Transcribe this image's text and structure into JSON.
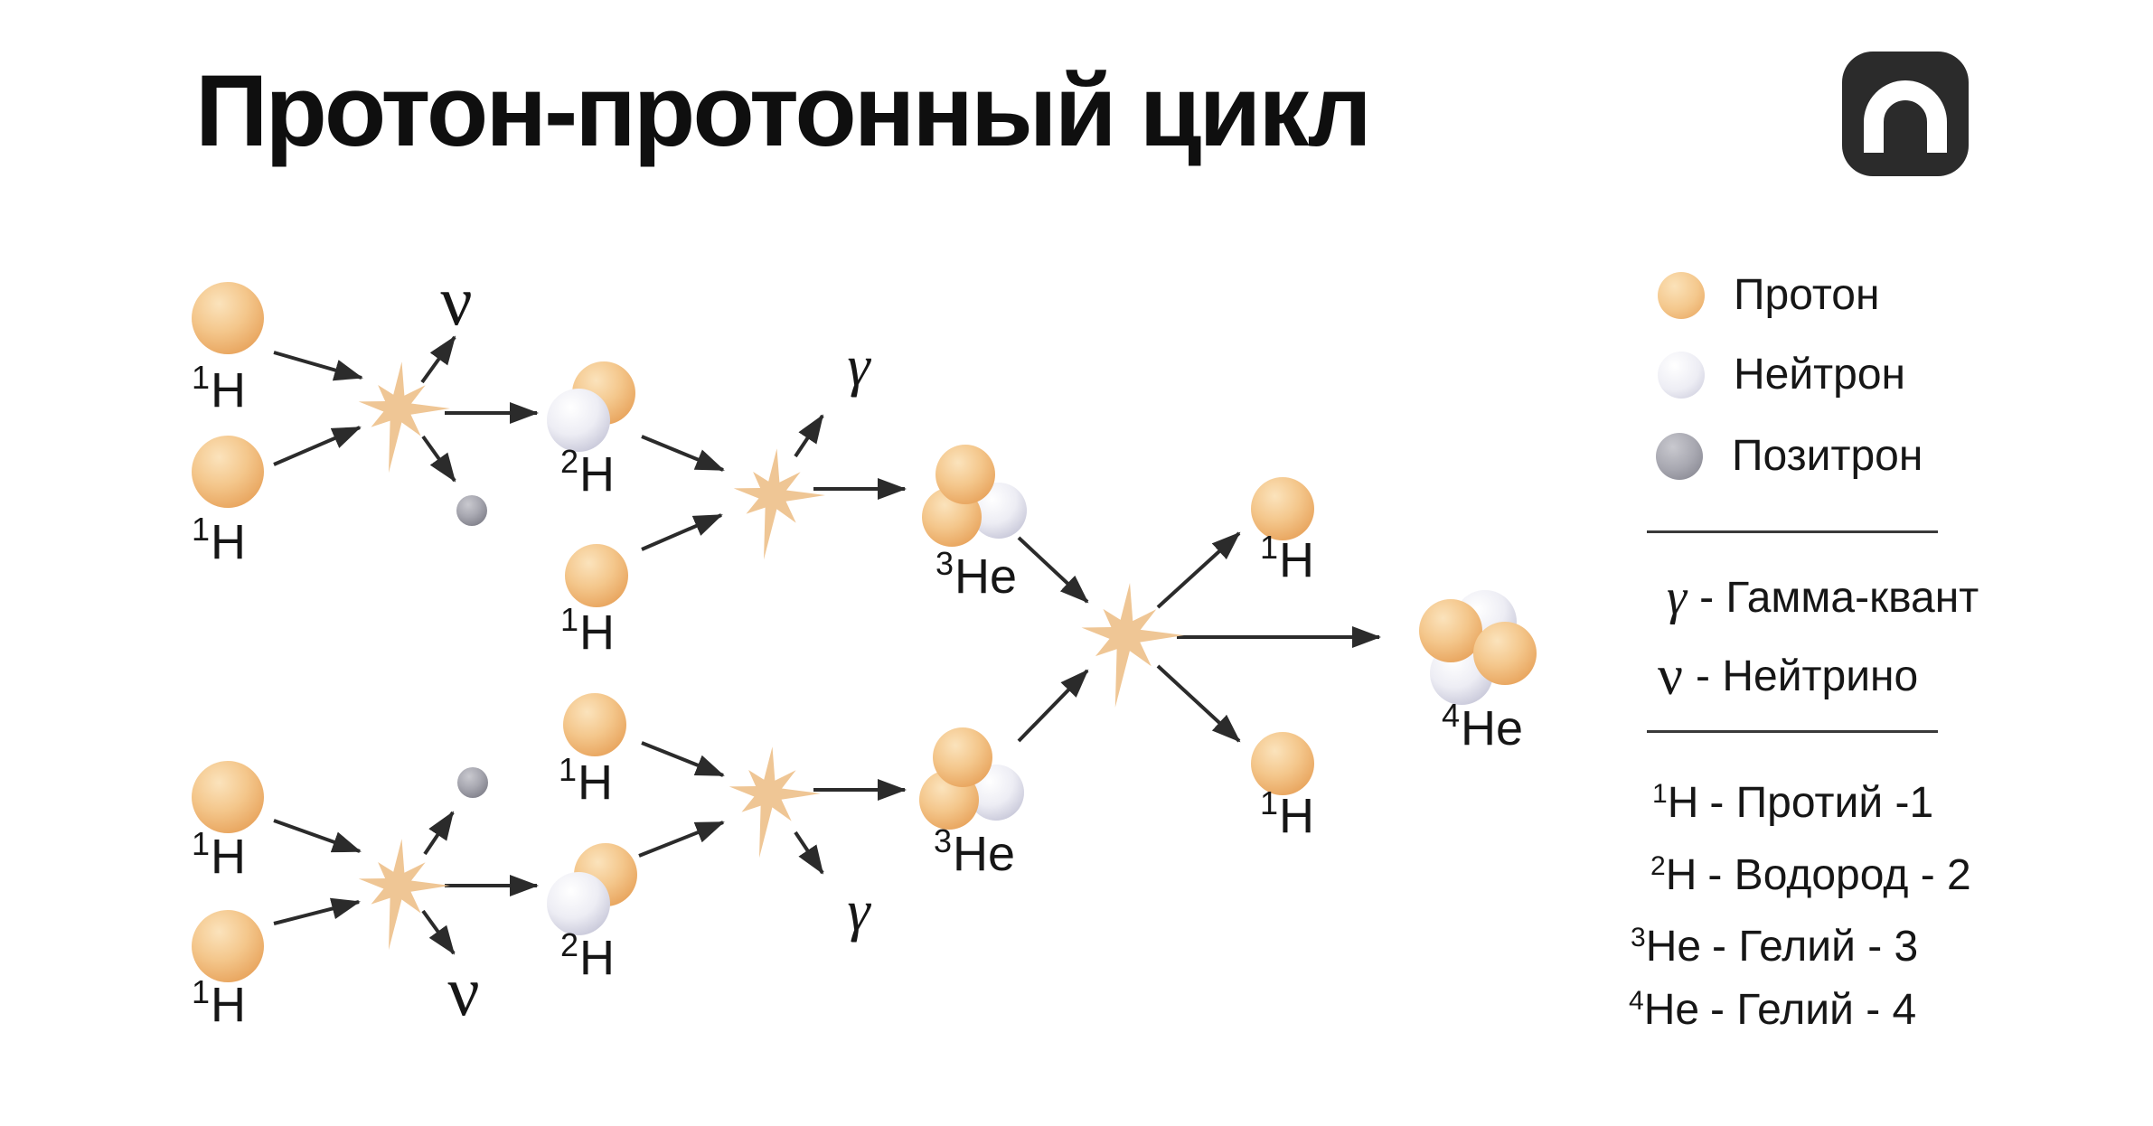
{
  "title": "Протон-протонный цикл",
  "logo": {
    "name": "n-badge"
  },
  "colors": {
    "proton": "#F2C183",
    "neutron": "#E4E4EE",
    "positron": "#9B9BA4",
    "star": "#EFC695",
    "arrow": "#2B2B2B",
    "text": "#161616",
    "logo_bg": "#2B2B2B"
  },
  "legend": {
    "particles": [
      {
        "label": "Протон",
        "type": "proton"
      },
      {
        "label": "Нейтрон",
        "type": "neutron"
      },
      {
        "label": "Позитрон",
        "type": "positron"
      }
    ],
    "symbols": [
      {
        "symbol": "γ",
        "label": "- Гамма-квант"
      },
      {
        "symbol": "ν",
        "label": "- Нейтрино"
      }
    ],
    "isotopes": [
      {
        "sup": "1",
        "base": "H",
        "label": "- Протий -1"
      },
      {
        "sup": "2",
        "base": "H",
        "label": "- Водород - 2"
      },
      {
        "sup": "3",
        "base": "He",
        "label": "- Гелий - 3"
      },
      {
        "sup": "4",
        "base": "He",
        "label": "- Гелий - 4"
      }
    ]
  },
  "diagram": {
    "labels": {
      "h_in_t1": {
        "sup": "1",
        "base": "H"
      },
      "h_in_t2": {
        "sup": "1",
        "base": "H"
      },
      "nu_t": {
        "symbol": "ν"
      },
      "h2_t": {
        "sup": "2",
        "base": "H"
      },
      "h_mid_t": {
        "sup": "1",
        "base": "H"
      },
      "gamma_t": {
        "symbol": "γ"
      },
      "he3_t": {
        "sup": "3",
        "base": "He"
      },
      "h_out_t": {
        "sup": "1",
        "base": "H"
      },
      "he4": {
        "sup": "4",
        "base": "He"
      },
      "h_out_b": {
        "sup": "1",
        "base": "H"
      },
      "he3_b": {
        "sup": "3",
        "base": "He"
      },
      "gamma_b": {
        "symbol": "γ"
      },
      "h2_b": {
        "sup": "2",
        "base": "H"
      },
      "h_mid_b": {
        "sup": "1",
        "base": "H"
      },
      "nu_b": {
        "symbol": "ν"
      },
      "h_in_b1": {
        "sup": "1",
        "base": "H"
      },
      "h_in_b2": {
        "sup": "1",
        "base": "H"
      }
    }
  }
}
